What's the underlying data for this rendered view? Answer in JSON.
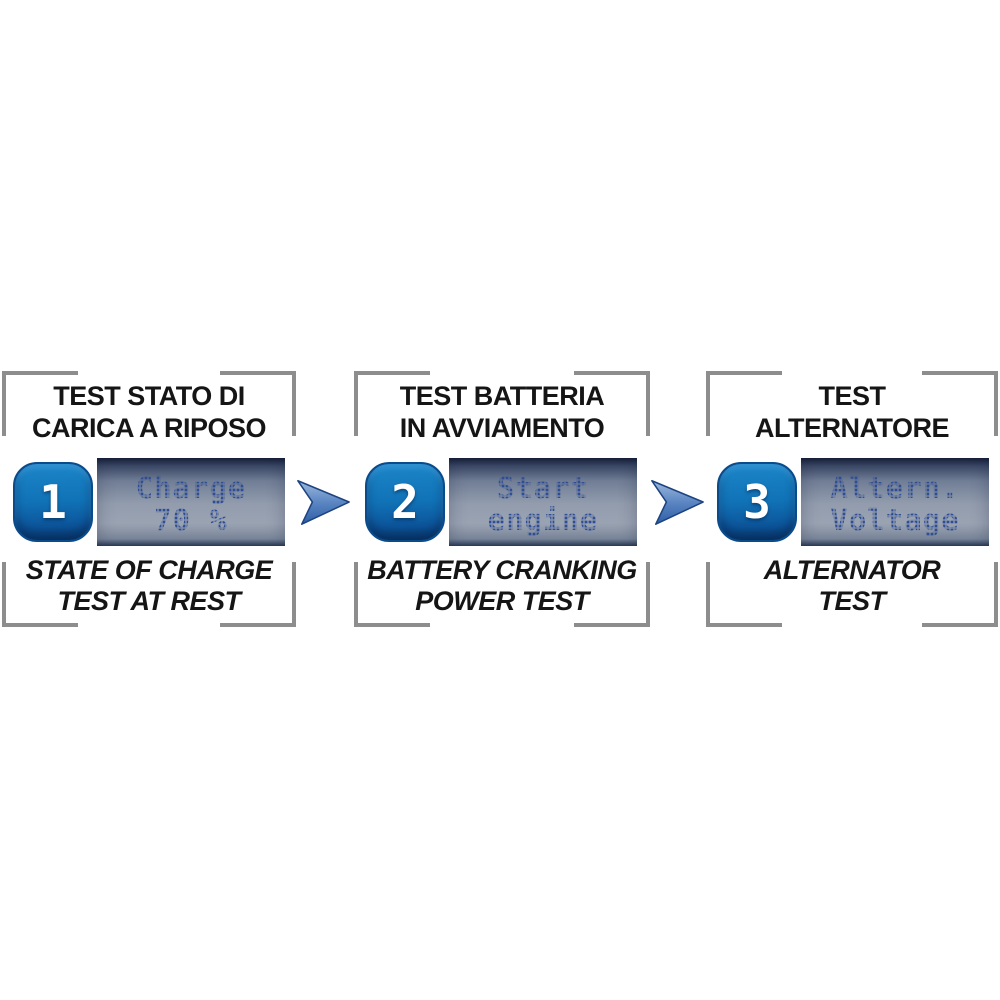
{
  "page": {
    "background": "#ffffff"
  },
  "colors": {
    "accent_blue": "#1074b8",
    "badge_border": "#0a4b8c",
    "bracket_gray": "#8d8d8d",
    "lcd_text_blue": "#33539b",
    "arrow_light": "#9db8de",
    "arrow_dark": "#2e5da6",
    "text_black": "#151515"
  },
  "icons": {
    "arrow": "right-dart-arrow"
  },
  "steps": [
    {
      "number": "1",
      "title_line1": "TEST STATO DI",
      "title_line2": "CARICA A RIPOSO",
      "lcd_line1": "Charge",
      "lcd_line2": "70 %",
      "subtitle_line1": "STATE OF CHARGE",
      "subtitle_line2": "TEST AT REST"
    },
    {
      "number": "2",
      "title_line1": "TEST BATTERIA",
      "title_line2": "IN AVVIAMENTO",
      "lcd_line1": "Start",
      "lcd_line2": "engine",
      "subtitle_line1": "BATTERY CRANKING",
      "subtitle_line2": "POWER TEST"
    },
    {
      "number": "3",
      "title_line1": "TEST",
      "title_line2": "ALTERNATORE",
      "lcd_line1": "Altern.",
      "lcd_line2": "Voltage",
      "subtitle_line1": "ALTERNATOR",
      "subtitle_line2": "TEST"
    }
  ]
}
